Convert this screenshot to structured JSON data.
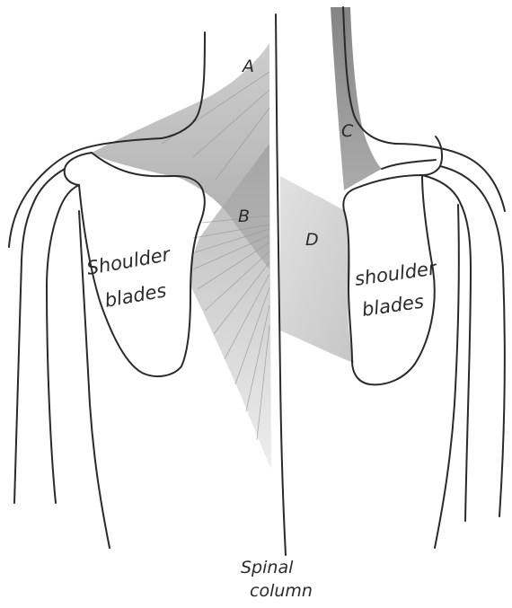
{
  "labels": {
    "a": "A",
    "b": "B",
    "c": "C",
    "d": "D",
    "left_blade_line1": "Shoulder",
    "left_blade_line2": "blades",
    "right_blade_line1": "shoulder",
    "right_blade_line2": "blades",
    "spine_line1": "Spinal",
    "spine_line2": "column"
  },
  "colors": {
    "ink": "#2a2a2a",
    "shading_dark": "#8c8c8c",
    "shading_light": "#c8c8c8",
    "background": "#ffffff"
  }
}
